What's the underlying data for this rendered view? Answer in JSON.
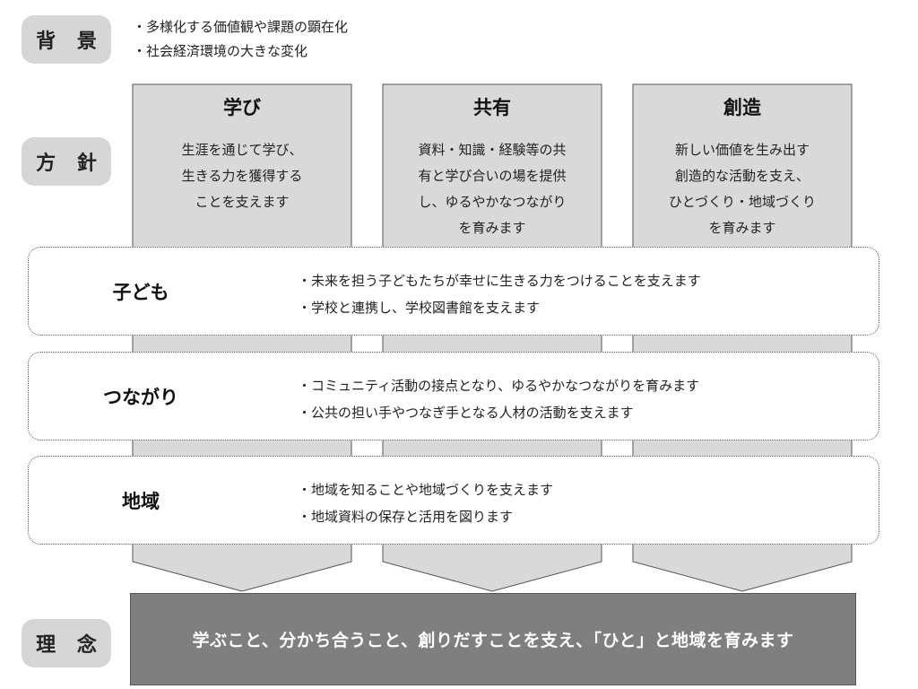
{
  "labels": {
    "background": "背 景",
    "policy": "方 針",
    "philosophy": "理 念"
  },
  "background": {
    "items": [
      "多様化する価値観や課題の顕在化",
      "社会経済環境の大きな変化"
    ]
  },
  "columns": [
    {
      "title": "学び",
      "text": "生涯を通じて学び、\n生きる力を獲得する\nことを支えます"
    },
    {
      "title": "共有",
      "text": "資料・知識・経験等の共\n有と学び合いの場を提供\nし、ゆるやかなつながり\nを育みます"
    },
    {
      "title": "創造",
      "text": "新しい価値を生み出す\n創造的な活動を支え、\nひとづくり・地域づくり\nを育みます"
    }
  ],
  "bands": [
    {
      "title": "子ども",
      "items": [
        "未来を担う子どもたちが幸せに生きる力をつけることを支えます",
        "学校と連携し、学校図書館を支えます"
      ]
    },
    {
      "title": "つながり",
      "items": [
        "コミュニティ活動の接点となり、ゆるやかなつながりを育みます",
        "公共の担い手やつなぎ手となる人材の活動を支えます"
      ]
    },
    {
      "title": "地域",
      "items": [
        "地域を知ることや地域づくりを支えます",
        "地域資料の保存と活用を図ります"
      ]
    }
  ],
  "philosophy": {
    "text": "学ぶこと、分かち合うこと、創りだすことを支え、「ひと」と地域を育みます"
  },
  "colors": {
    "column_fill": "#d9d9d9",
    "column_stroke": "#555555",
    "pill_fill": "#d6d6d6",
    "philosophy_fill": "#7f7f7f"
  }
}
